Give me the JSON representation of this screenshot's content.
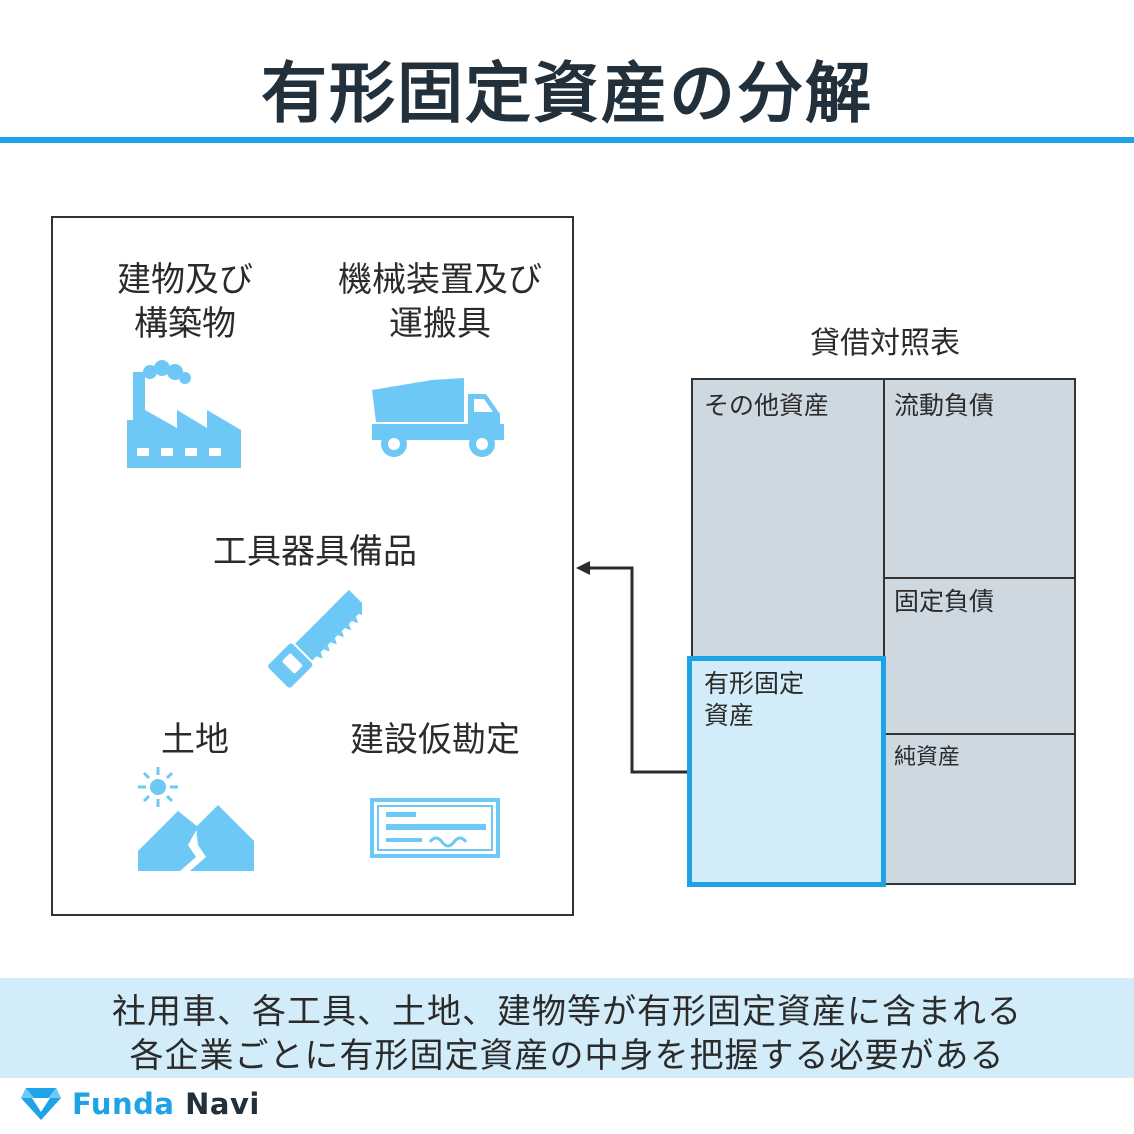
{
  "title": "有形固定資産の分解",
  "categories": [
    {
      "label": "建物及び\n構築物",
      "icon": "factory-icon"
    },
    {
      "label": "機械装置及び\n運搬具",
      "icon": "dump-truck-icon"
    },
    {
      "label": "工具器具備品",
      "icon": "saw-icon"
    },
    {
      "label": "土地",
      "icon": "land-mountain-icon"
    },
    {
      "label": "建設仮勘定",
      "icon": "check-document-icon"
    }
  ],
  "balance_sheet": {
    "title": "貸借対照表",
    "other_assets": "その他資産",
    "tangible_assets": "有形固定\n資産",
    "current_liabilities": "流動負債",
    "fixed_liabilities": "固定負債",
    "net_assets": "純資産"
  },
  "caption": {
    "line1": "社用車、各工具、土地、建物等が有形固定資産に含まれる",
    "line2": "各企業ごとに有形固定資産の中身を把握する必要がある"
  },
  "logo": {
    "part1": "Funda",
    "part2": "Navi"
  },
  "colors": {
    "accent": "#1ea3e6",
    "icon": "#6ec8f5",
    "cell": "#cdd8e1",
    "highlight": "#d3ecf9",
    "dark": "#22303c"
  }
}
